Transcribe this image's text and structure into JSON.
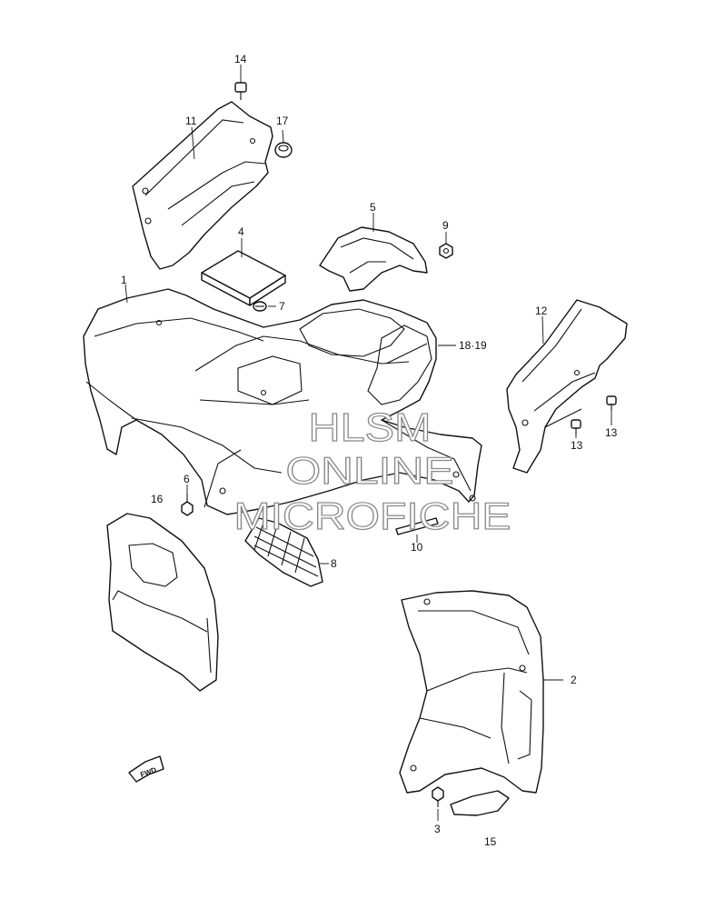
{
  "callouts": {
    "c1": "1",
    "c2": "2",
    "c3": "3",
    "c4": "4",
    "c5": "5",
    "c6": "6",
    "c7": "7",
    "c8": "8",
    "c9": "9",
    "c10": "10",
    "c11": "11",
    "c12": "12",
    "c13a": "13",
    "c13b": "13",
    "c14": "14",
    "c15": "15",
    "c16": "16",
    "c17": "17",
    "c18_19": "18·19"
  },
  "watermark": {
    "line1": "HLSM",
    "line2": "ONLINE",
    "line3": "MICROFICHE"
  },
  "fwd_arrow": {
    "label": "FWD"
  },
  "colors": {
    "line": "#111111",
    "watermark_outline": "#8a8a8a",
    "background": "#ffffff"
  }
}
